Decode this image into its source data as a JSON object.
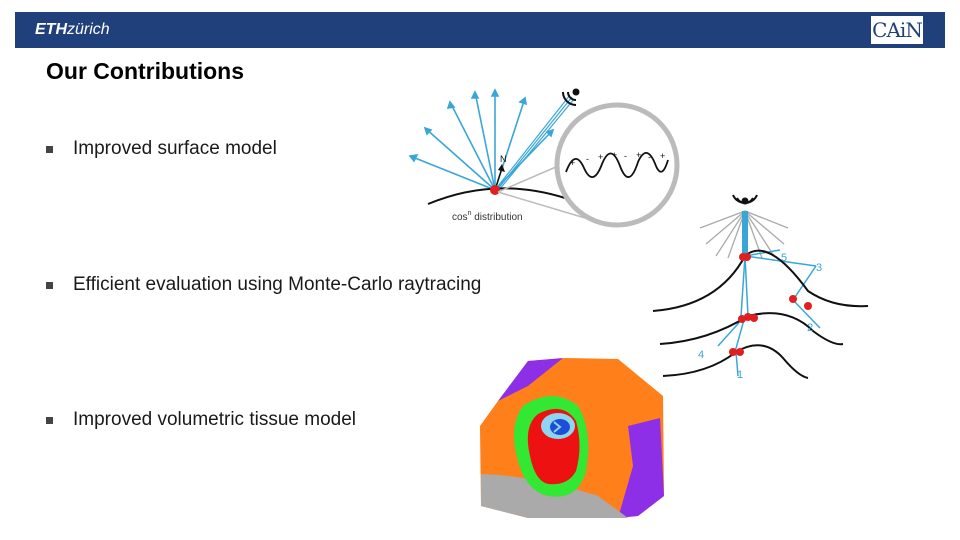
{
  "header": {
    "institution_bold": "ETH",
    "institution_light": "zürich",
    "lab_logo": "CAiN",
    "bar_color": "#1f407a"
  },
  "slide": {
    "title": "Our Contributions",
    "bullets": [
      "Improved surface model",
      "Efficient evaluation using Monte-Carlo raytracing",
      "Improved volumetric tissue model"
    ]
  },
  "figures": {
    "surface": {
      "normal_label": "N",
      "distribution_label": "cos",
      "distribution_exponent": "n",
      "distribution_suffix": " distribution"
    },
    "raytracing": {
      "ray_labels": [
        "5",
        "3",
        "2",
        "4",
        "1"
      ]
    }
  },
  "icons": [
    "ultrasound-probe-icon",
    "bullet-square-icon"
  ],
  "colors": {
    "ray": "#3aa6d8",
    "point": "#e02020",
    "tissue_orange": "#ff7f1a",
    "tissue_purple": "#8e2fe8",
    "tissue_green": "#32e832",
    "tissue_red": "#ee1111"
  }
}
